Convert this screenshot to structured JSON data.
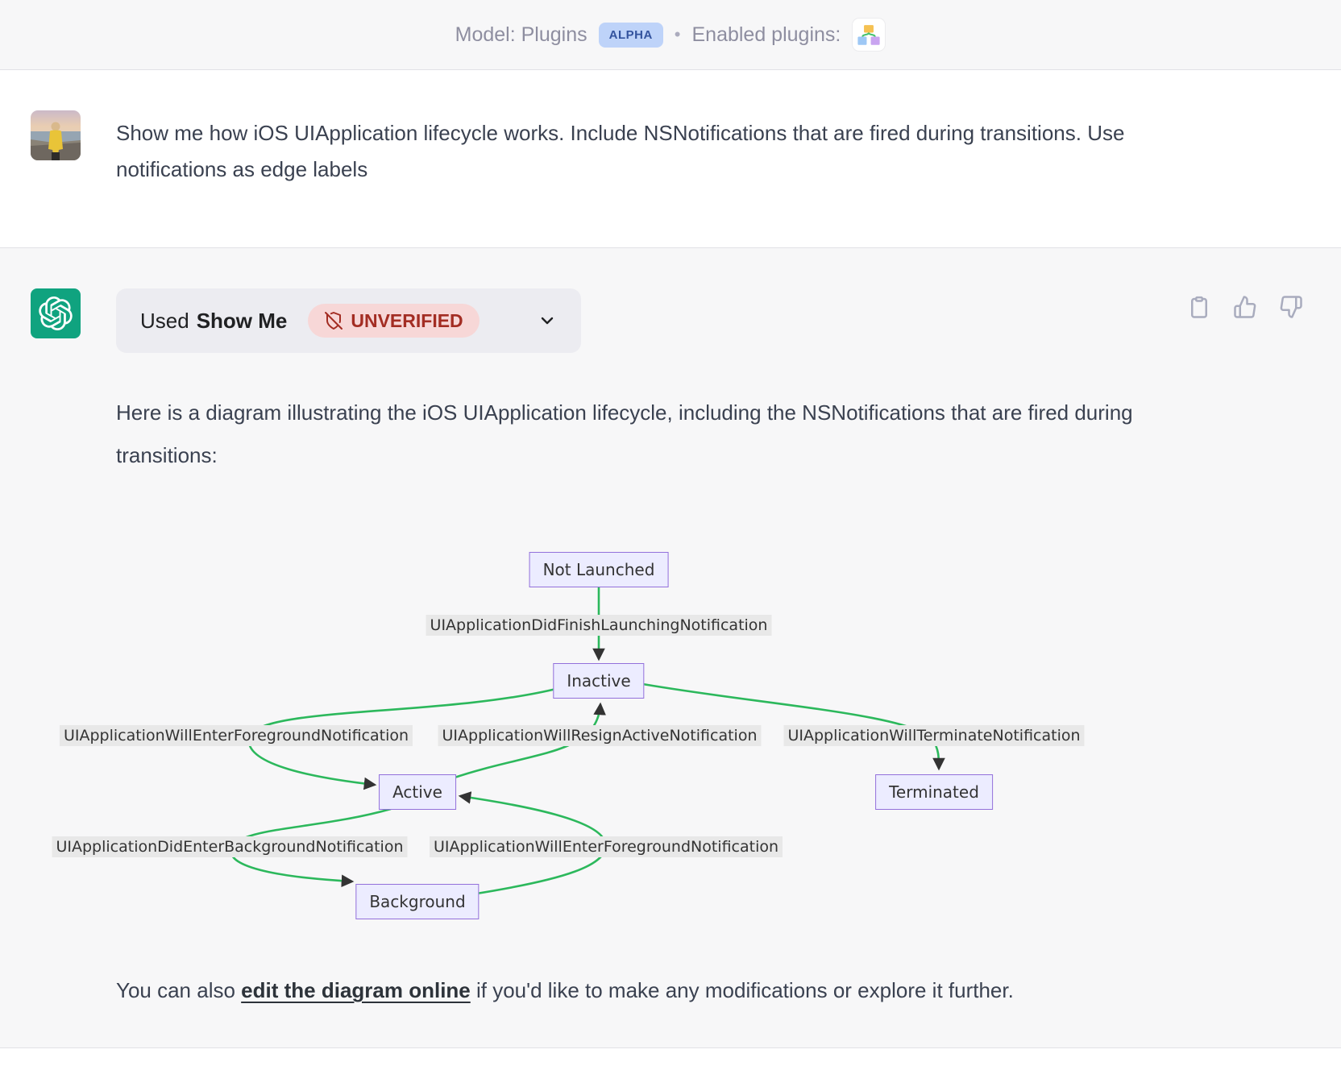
{
  "header": {
    "model_label": "Model: Plugins",
    "alpha_badge": "ALPHA",
    "separator": "•",
    "enabled_plugins_label": "Enabled plugins:",
    "plugin_icon": "show-me-plugin-icon"
  },
  "user": {
    "message": "Show me how iOS UIApplication lifecycle works. Include NSNotifications that are fired during transitions. Use notifications as edge labels"
  },
  "assistant": {
    "pill": {
      "used": "Used",
      "plugin": "Show Me",
      "badge": "UNVERIFIED"
    },
    "intro": "Here is a diagram illustrating the iOS UIApplication lifecycle, including the NSNotifications that are fired during transitions:",
    "outro_prefix": "You can also ",
    "outro_link": "edit the diagram online",
    "outro_suffix": " if you'd like to make any modifications or explore it further.",
    "actions": [
      "copy",
      "thumbs-up",
      "thumbs-down"
    ]
  },
  "diagram": {
    "type": "flowchart",
    "nodes": [
      {
        "label": "Not Launched"
      },
      {
        "label": "Inactive"
      },
      {
        "label": "Active"
      },
      {
        "label": "Terminated"
      },
      {
        "label": "Background"
      }
    ],
    "edges": [
      {
        "from": "Not Launched",
        "to": "Inactive",
        "label": "UIApplicationDidFinishLaunchingNotification"
      },
      {
        "from": "Inactive",
        "to": "Active",
        "label": "UIApplicationWillEnterForegroundNotification"
      },
      {
        "from": "Active",
        "to": "Inactive",
        "label": "UIApplicationWillResignActiveNotification"
      },
      {
        "from": "Inactive",
        "to": "Terminated",
        "label": "UIApplicationWillTerminateNotification"
      },
      {
        "from": "Active",
        "to": "Background",
        "label": "UIApplicationDidEnterBackgroundNotification"
      },
      {
        "from": "Background",
        "to": "Active",
        "label": "UIApplicationWillEnterForegroundNotification"
      }
    ],
    "colors": {
      "node_fill": "#ECECFF",
      "node_border": "#9370DB",
      "edge": "#2CB85C",
      "arrow": "#333333",
      "label_bg": "#E8E8E8"
    }
  },
  "colors": {
    "page_gray": "#F7F7F8",
    "header_text": "#8E8EA0",
    "alpha_bg": "#BED3F9",
    "alpha_text": "#33539E",
    "body_text": "#3A4150",
    "pill_bg": "#ECECF1",
    "unverified_bg": "#F7D7D7",
    "unverified_text": "#A32D23",
    "openai_green": "#10A37F",
    "action_icon": "#A9ACBE"
  }
}
